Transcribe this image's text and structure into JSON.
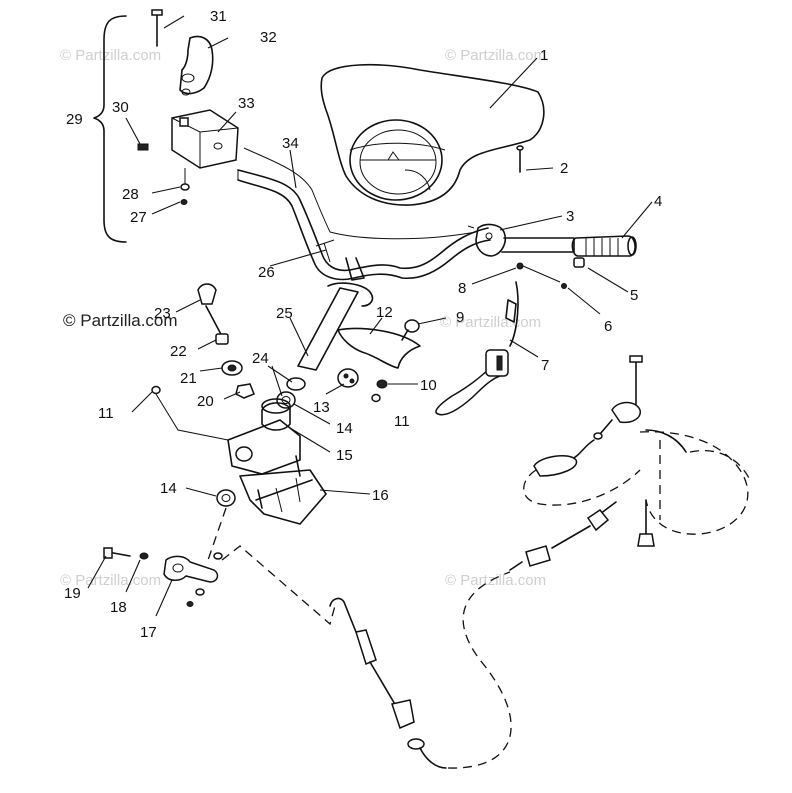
{
  "watermark": {
    "text": "© Partzilla.com"
  },
  "callouts": [
    {
      "label": "1"
    },
    {
      "label": "2"
    },
    {
      "label": "3"
    },
    {
      "label": "4"
    },
    {
      "label": "5"
    },
    {
      "label": "6"
    },
    {
      "label": "7"
    },
    {
      "label": "8"
    },
    {
      "label": "9"
    },
    {
      "label": "10"
    },
    {
      "label": "11"
    },
    {
      "label": "11"
    },
    {
      "label": "12"
    },
    {
      "label": "13"
    },
    {
      "label": "14"
    },
    {
      "label": "14"
    },
    {
      "label": "15"
    },
    {
      "label": "16"
    },
    {
      "label": "17"
    },
    {
      "label": "18"
    },
    {
      "label": "19"
    },
    {
      "label": "20"
    },
    {
      "label": "21"
    },
    {
      "label": "22"
    },
    {
      "label": "23"
    },
    {
      "label": "24"
    },
    {
      "label": "25"
    },
    {
      "label": "26"
    },
    {
      "label": "27"
    },
    {
      "label": "28"
    },
    {
      "label": "29"
    },
    {
      "label": "30"
    },
    {
      "label": "31"
    },
    {
      "label": "32"
    },
    {
      "label": "33"
    },
    {
      "label": "34"
    }
  ]
}
